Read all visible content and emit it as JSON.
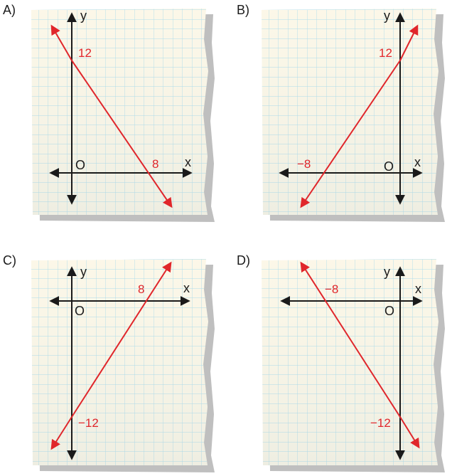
{
  "options": [
    {
      "id": "A",
      "label": "A)",
      "origin": "O",
      "x_axis": "x",
      "y_axis": "y",
      "x_intercept_label": "8",
      "y_intercept_label": "12",
      "line_direction": "falling",
      "origin_quadrant_side": "left"
    },
    {
      "id": "B",
      "label": "B)",
      "origin": "O",
      "x_axis": "x",
      "y_axis": "y",
      "x_intercept_label": "−8",
      "y_intercept_label": "12",
      "line_direction": "rising",
      "origin_quadrant_side": "right"
    },
    {
      "id": "C",
      "label": "C)",
      "origin": "O",
      "x_axis": "x",
      "y_axis": "y",
      "x_intercept_label": "8",
      "y_intercept_label": "−12",
      "line_direction": "rising",
      "origin_quadrant_side": "left"
    },
    {
      "id": "D",
      "label": "D)",
      "origin": "O",
      "x_axis": "x",
      "y_axis": "y",
      "x_intercept_label": "−8",
      "y_intercept_label": "−12",
      "line_direction": "falling",
      "origin_quadrant_side": "right"
    }
  ],
  "colors": {
    "paper": "#fbf6e4",
    "grid": "#9ed6e8",
    "axis": "#1a1a1a",
    "line": "#e0262b",
    "shadow": "#8a8a8a"
  }
}
